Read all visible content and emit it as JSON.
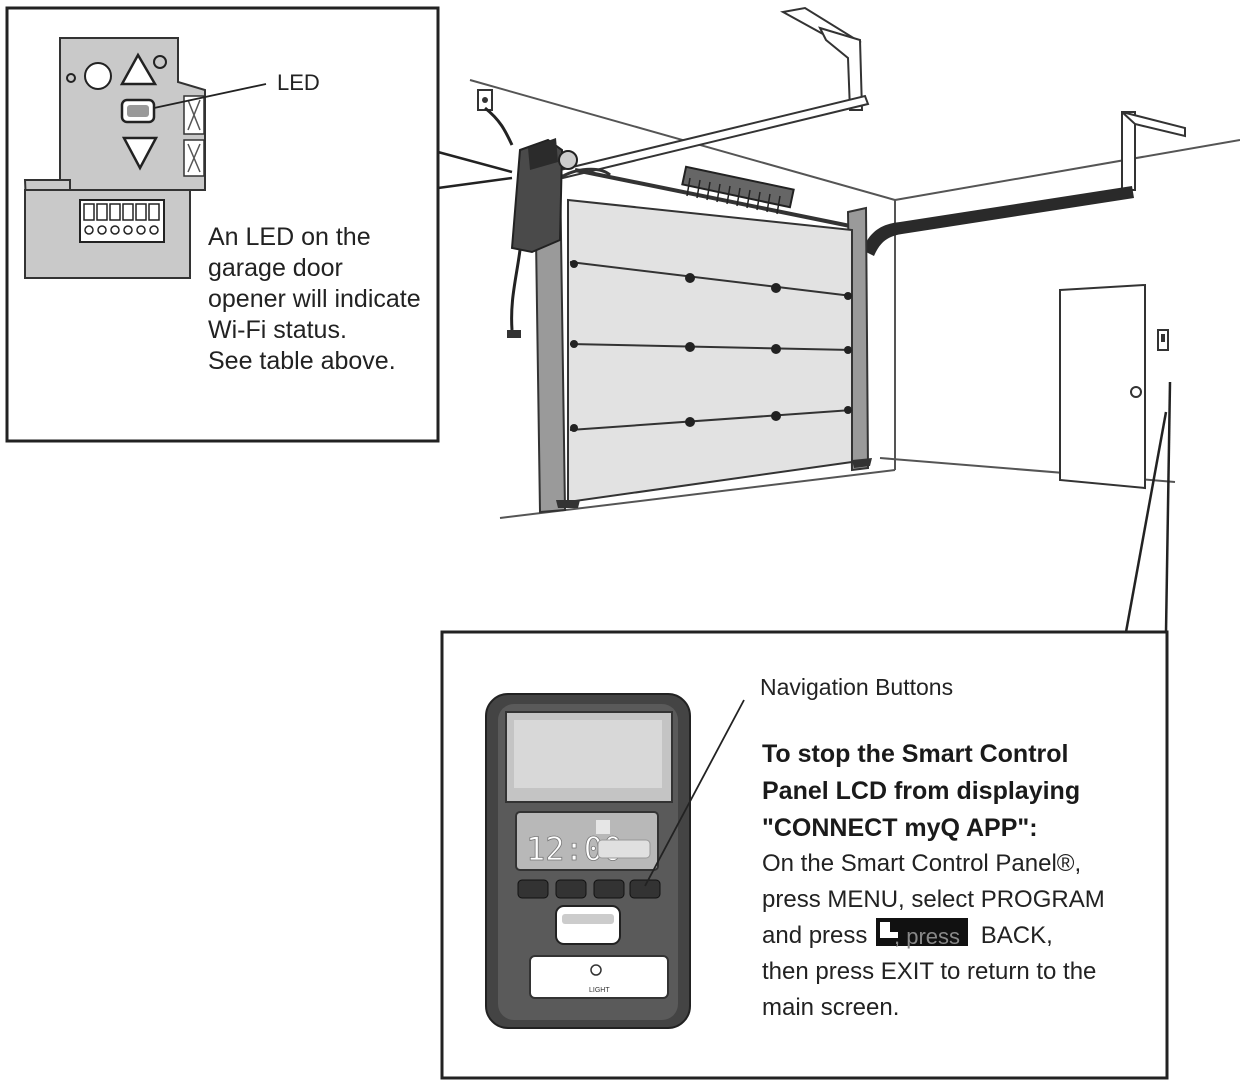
{
  "led_callout": {
    "label": "LED",
    "description": [
      "An LED on the",
      "garage door",
      "opener will indicate",
      "Wi-Fi status.",
      "See table above."
    ]
  },
  "panel_callout": {
    "nav_label": "Navigation Buttons",
    "title": [
      "To stop the Smart Control",
      "Panel LCD from displaying",
      "\"CONNECT myQ APP\":"
    ],
    "body": [
      "On the Smart Control Panel®,",
      "press MENU, select PROGRAM",
      "and press                 BACK,",
      "then press EXIT to return to the",
      "main screen."
    ],
    "overlay_text": ", press",
    "lcd_time": "12:00",
    "light_button": "LIGHT"
  }
}
